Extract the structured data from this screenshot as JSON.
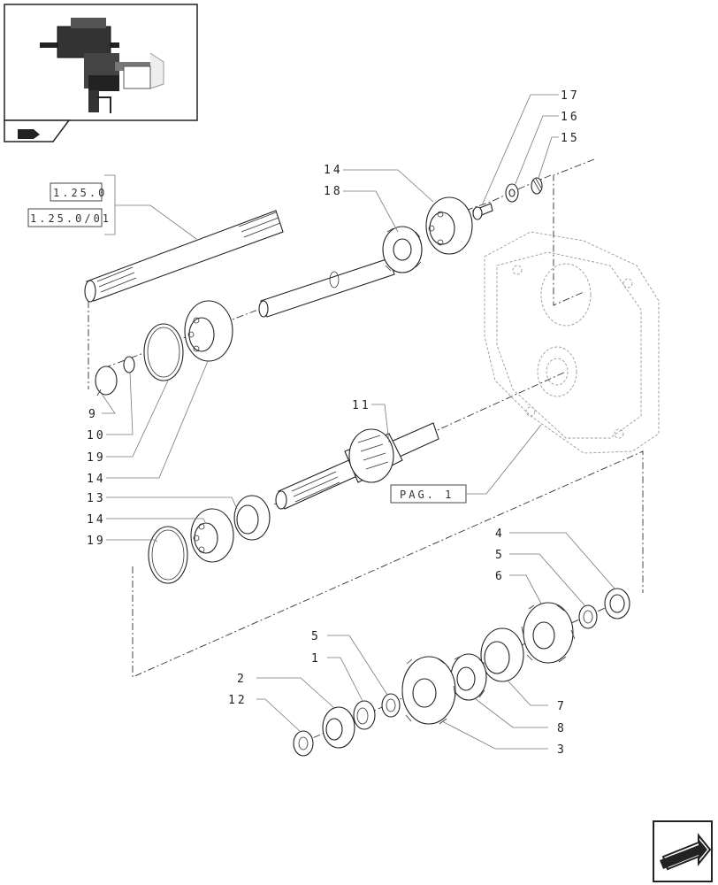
{
  "references": {
    "ref_1": "1.25.0",
    "ref_2": "1.25.0/01",
    "page_ref": "PAG. 1"
  },
  "callouts": [
    "17",
    "16",
    "15",
    "14",
    "18",
    "9",
    "10",
    "19",
    "14",
    "11",
    "13",
    "14",
    "19",
    "4",
    "5",
    "6",
    "5",
    "1",
    "2",
    "12",
    "7",
    "8",
    "3"
  ]
}
